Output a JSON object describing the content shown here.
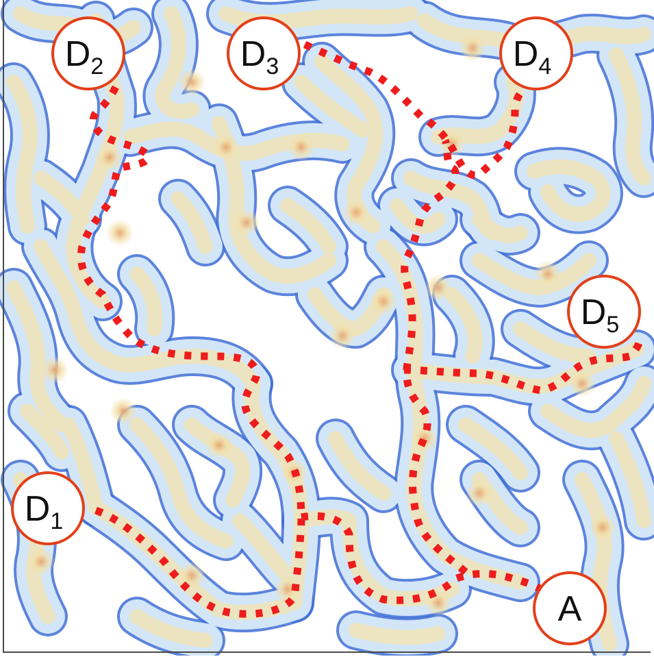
{
  "colors": {
    "path": "#ee1c1c",
    "node_stroke": "#e2401a",
    "node_fill": "#ffffff",
    "grid": "#6f6f6f",
    "blob_edge": "#3f6fd6",
    "blob_mid": "#cfe3f7",
    "blob_core": "#f2dfa8",
    "hot_spot": "#e7a56f"
  },
  "nodes": [
    {
      "id": "D2",
      "letter": "D",
      "sub": "2"
    },
    {
      "id": "D3",
      "letter": "D",
      "sub": "3"
    },
    {
      "id": "D4",
      "letter": "D",
      "sub": "4"
    },
    {
      "id": "D5",
      "letter": "D",
      "sub": "5"
    },
    {
      "id": "D1",
      "letter": "D",
      "sub": "1"
    },
    {
      "id": "A",
      "letter": "A",
      "sub": ""
    }
  ]
}
